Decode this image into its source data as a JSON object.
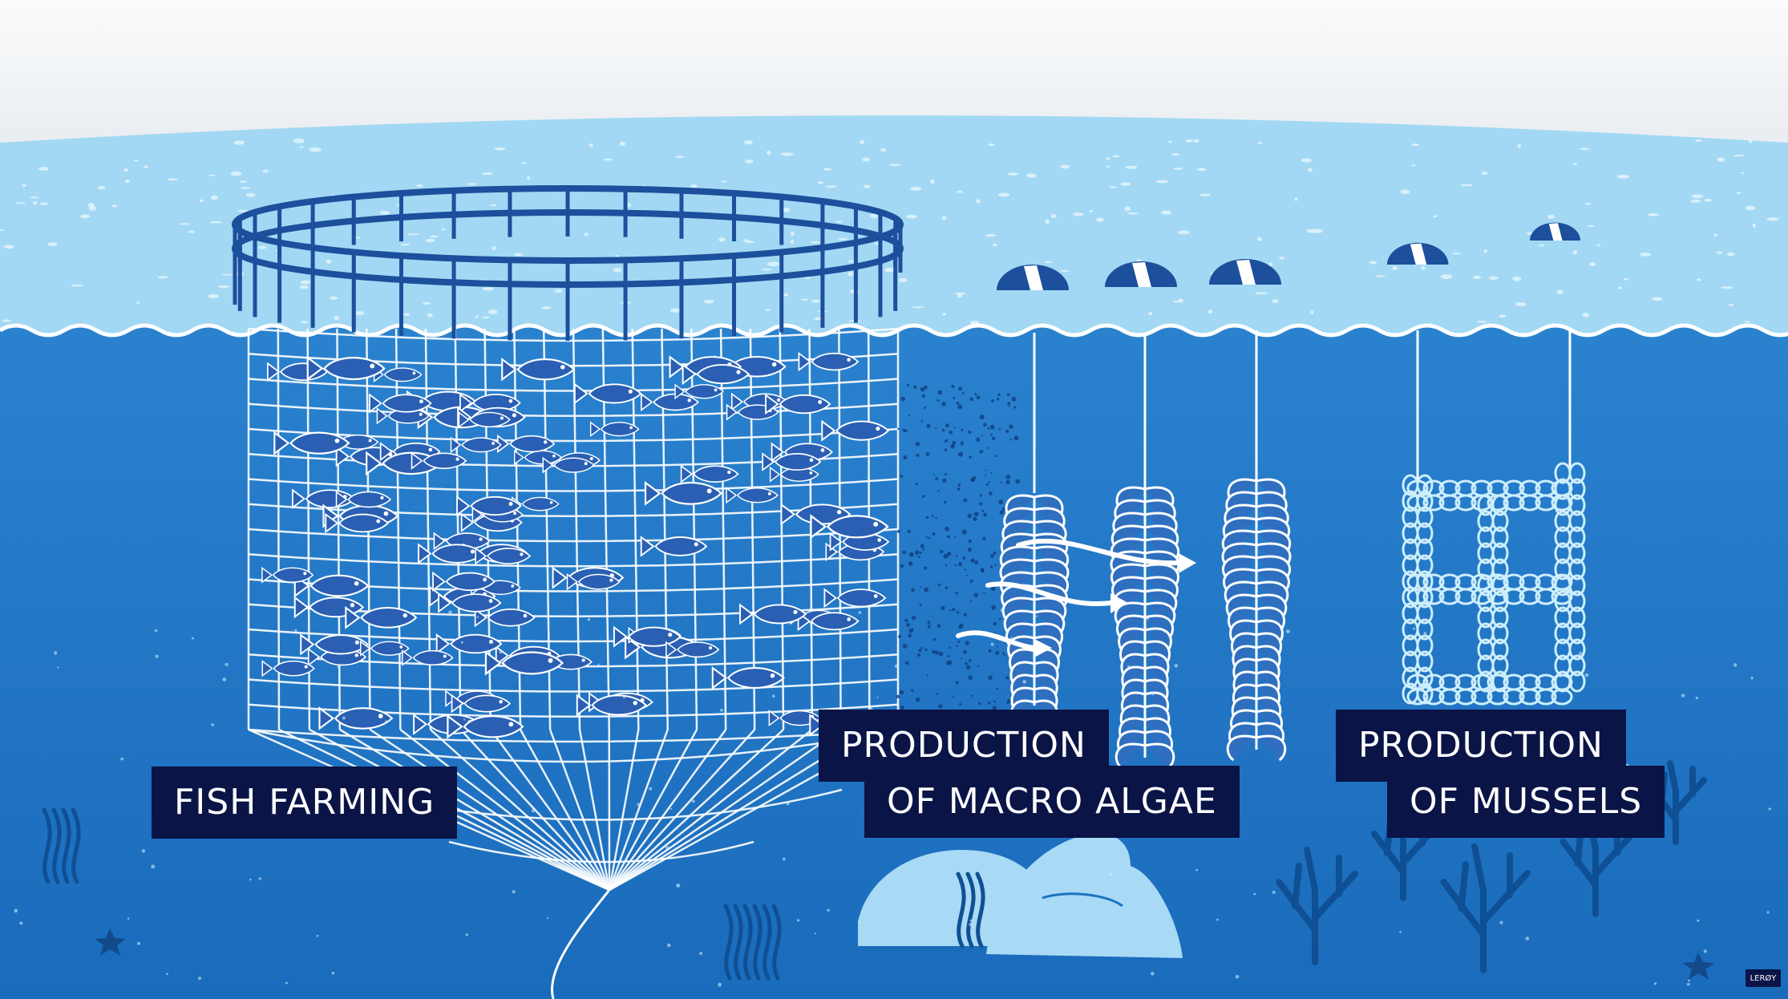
{
  "labels": {
    "fish_farming": "FISH FARMING",
    "macro_algae_line1": "PRODUCTION",
    "macro_algae_line2": "OF MACRO ALGAE",
    "mussels_line1": "PRODUCTION",
    "mussels_line2": "OF MUSSELS"
  },
  "logo": {
    "text": "LERØY"
  },
  "colors": {
    "sky": "#f3f5f7",
    "surface_water": "#9fd6f2",
    "deep_water": "#1d73c4",
    "cage_ring": "#1c4f9c",
    "label_bg": "#0a1446",
    "label_text": "#ffffff",
    "rock": "#a8d9f5",
    "net_line": "#ffffff"
  }
}
